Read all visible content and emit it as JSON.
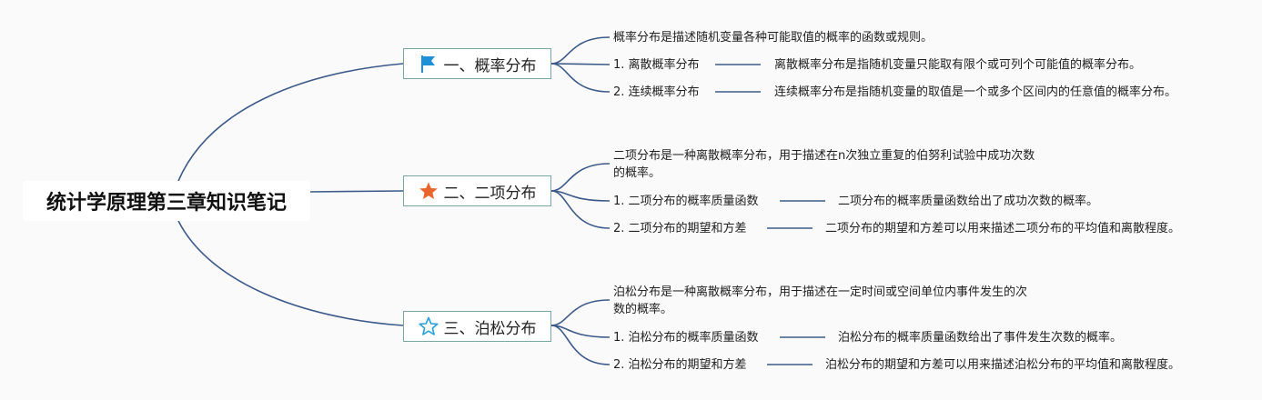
{
  "root": {
    "title": "统计学原理第三章知识笔记"
  },
  "topics": [
    {
      "label": "一、概率分布",
      "icon": "flag-icon",
      "intro": "概率分布是描述随机变量各种可能取值的概率的函数或规则。",
      "items": [
        {
          "label": "1. 离散概率分布",
          "detail": "离散概率分布是指随机变量只能取有限个或可列个可能值的概率分布。"
        },
        {
          "label": "2. 连续概率分布",
          "detail": "连续概率分布是指随机变量的取值是一个或多个区间内的任意值的概率分布。"
        }
      ]
    },
    {
      "label": "二、二项分布",
      "icon": "star-filled-icon",
      "intro_line1": "二项分布是一种离散概率分布，用于描述在n次独立重复的伯努利试验中成功次数",
      "intro_line2": "的概率。",
      "items": [
        {
          "label": "1. 二项分布的概率质量函数",
          "detail": "二项分布的概率质量函数给出了成功次数的概率。"
        },
        {
          "label": "2. 二项分布的期望和方差",
          "detail": "二项分布的期望和方差可以用来描述二项分布的平均值和离散程度。"
        }
      ]
    },
    {
      "label": "三、泊松分布",
      "icon": "star-outline-icon",
      "intro_line1": "泊松分布是一种离散概率分布，用于描述在一定时间或空间单位内事件发生的次",
      "intro_line2": "数的概率。",
      "items": [
        {
          "label": "1. 泊松分布的概率质量函数",
          "detail": "泊松分布的概率质量函数给出了事件发生次数的概率。"
        },
        {
          "label": "2. 泊松分布的期望和方差",
          "detail": "泊松分布的期望和方差可以用来描述泊松分布的平均值和离散程度。"
        }
      ]
    }
  ],
  "colors": {
    "line": "#3d5a8a",
    "topic_border": "#7aa79f",
    "flag": "#1e90d6",
    "star_filled": "#e8652c",
    "star_outline": "#2a9fd8"
  }
}
